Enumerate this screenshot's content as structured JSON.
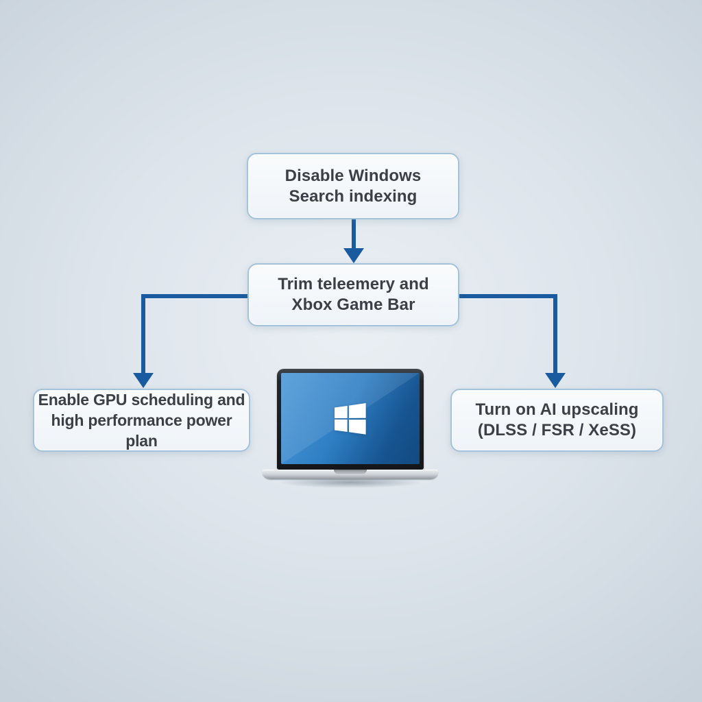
{
  "flowchart": {
    "nodes": {
      "top": {
        "line1": "Disable Windows",
        "line2": "Search indexing"
      },
      "middle": {
        "line1": "Trim teleemery and",
        "line2": "Xbox Game Bar"
      },
      "left": {
        "line1": "Enable GPU scheduling and",
        "line2": "high performance power plan"
      },
      "right": {
        "line1": "Turn on AI upscaling",
        "line2": "(DLSS / FSR / XeSS)"
      }
    }
  },
  "icons": {
    "windows_logo": "windows-logo-icon"
  },
  "colors": {
    "background_center": "#eaeff4",
    "background_edge": "#c8d2db",
    "node_fill": "#f4f8fb",
    "node_border": "#a3c2dc",
    "node_text": "#3b4046",
    "connector_blue": "#1a5a9e",
    "screen_blue_light": "#4f9ad8",
    "screen_blue_dark": "#134a80",
    "laptop_frame": "#141619",
    "laptop_base": "#ced2d7",
    "logo_white": "#ffffff"
  }
}
